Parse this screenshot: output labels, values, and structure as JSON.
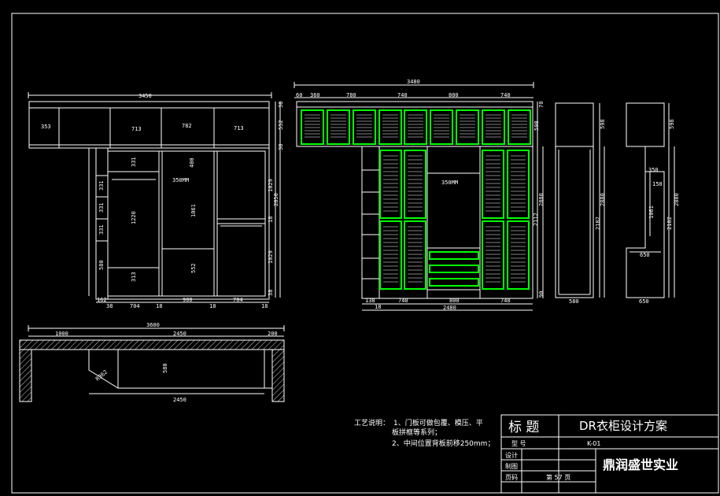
{
  "front_view_left": {
    "width_total": "3450",
    "top_compartments": [
      "353",
      "713",
      "782",
      "713"
    ],
    "side_dims_right": [
      "38",
      "552",
      "38",
      "1029",
      "2850",
      "18",
      "1029",
      "38"
    ],
    "upper_inner_dims": [
      "331",
      "400",
      "350MM"
    ],
    "left_column_dims": [
      "331",
      "331",
      "331",
      "580"
    ],
    "lower_inner_dims": [
      "1220",
      "1061",
      "552",
      "313"
    ],
    "bottom_dims": [
      "162",
      "38",
      "704",
      "18",
      "900",
      "18",
      "704",
      "18"
    ]
  },
  "front_view_right": {
    "width_total": "3480",
    "top_dims": [
      "60",
      "360",
      "780",
      "740",
      "800",
      "740"
    ],
    "right_dims": [
      "70",
      "598",
      "2880",
      "2112",
      "90"
    ],
    "center_label": "350MM",
    "bottom_dims": [
      "138",
      "18",
      "740",
      "800",
      "740"
    ],
    "bottom_total": "2480"
  },
  "side_view_1": {
    "dims": [
      "598",
      "2880",
      "2182"
    ],
    "bottom": "580"
  },
  "side_view_2": {
    "dims": [
      "598",
      "2880",
      "2182",
      "1061",
      "350",
      "150"
    ],
    "inner_label": "650",
    "bottom": "650"
  },
  "plan_view": {
    "total": "3600",
    "top_dims": [
      "1000",
      "2450",
      "200"
    ],
    "depth": "580",
    "corner": "R362",
    "bottom": "2450"
  },
  "notes": {
    "heading": "工艺说明：",
    "line1": "1、门板可做包覆、模压、平",
    "line1b": "板拼框等系列；",
    "line2": "2、中间位置背板前移250mm；"
  },
  "title_block": {
    "title_label": "标  题",
    "project": "DR衣柜设计方案",
    "model_label": "型    号",
    "model_value": "K-01",
    "design_label": "设计",
    "draw_label": "制图",
    "page_label": "页码",
    "page_value": "第 57 页",
    "company": "鼎润盛世实业"
  },
  "colors": {
    "line": "#ffffff",
    "door": "#00ff00",
    "background": "#000000"
  }
}
